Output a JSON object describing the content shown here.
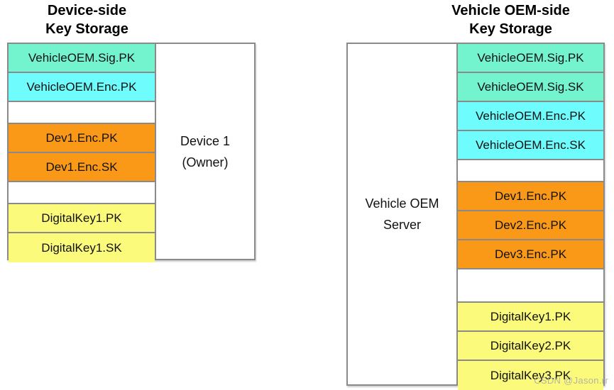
{
  "colors": {
    "mint": "#73F3CE",
    "cyan": "#6FFCFC",
    "orange": "#FA9917",
    "yellow": "#FCFA7B",
    "empty": "#FFFFFF",
    "border": "#8A8A8A"
  },
  "left_panel": {
    "title": "Device-side\nKey Storage",
    "owner_label": "Device 1\n(Owner)",
    "rows": [
      {
        "label": "VehicleOEM.Sig.PK",
        "color": "#73F3CE"
      },
      {
        "label": "VehicleOEM.Enc.PK",
        "color": "#6FFCFC"
      },
      {
        "label": "",
        "color": "#FFFFFF"
      },
      {
        "label": "Dev1.Enc.PK",
        "color": "#FA9917"
      },
      {
        "label": "Dev1.Enc.SK",
        "color": "#FA9917"
      },
      {
        "label": "",
        "color": "#FFFFFF"
      },
      {
        "label": "DigitalKey1.PK",
        "color": "#FCFA7B"
      },
      {
        "label": "DigitalKey1.SK",
        "color": "#FCFA7B"
      }
    ]
  },
  "right_panel": {
    "title": "Vehicle OEM-side\nKey Storage",
    "server_label": "Vehicle OEM\nServer",
    "rows": [
      {
        "label": "VehicleOEM.Sig.PK",
        "color": "#73F3CE"
      },
      {
        "label": "VehicleOEM.Sig.SK",
        "color": "#73F3CE"
      },
      {
        "label": "VehicleOEM.Enc.PK",
        "color": "#6FFCFC"
      },
      {
        "label": "VehicleOEM.Enc.SK",
        "color": "#6FFCFC"
      },
      {
        "label": "",
        "color": "#FFFFFF"
      },
      {
        "label": "Dev1.Enc.PK",
        "color": "#FA9917"
      },
      {
        "label": "Dev2.Enc.PK",
        "color": "#FA9917"
      },
      {
        "label": "Dev3.Enc.PK",
        "color": "#FA9917"
      },
      {
        "label": "",
        "color": "#FFFFFF"
      },
      {
        "label": "DigitalKey1.PK",
        "color": "#FCFA7B"
      },
      {
        "label": "DigitalKey2.PK",
        "color": "#FCFA7B"
      },
      {
        "label": "DigitalKey3.PK",
        "color": "#FCFA7B"
      }
    ]
  },
  "watermark": "CSDN @Jason.rr"
}
